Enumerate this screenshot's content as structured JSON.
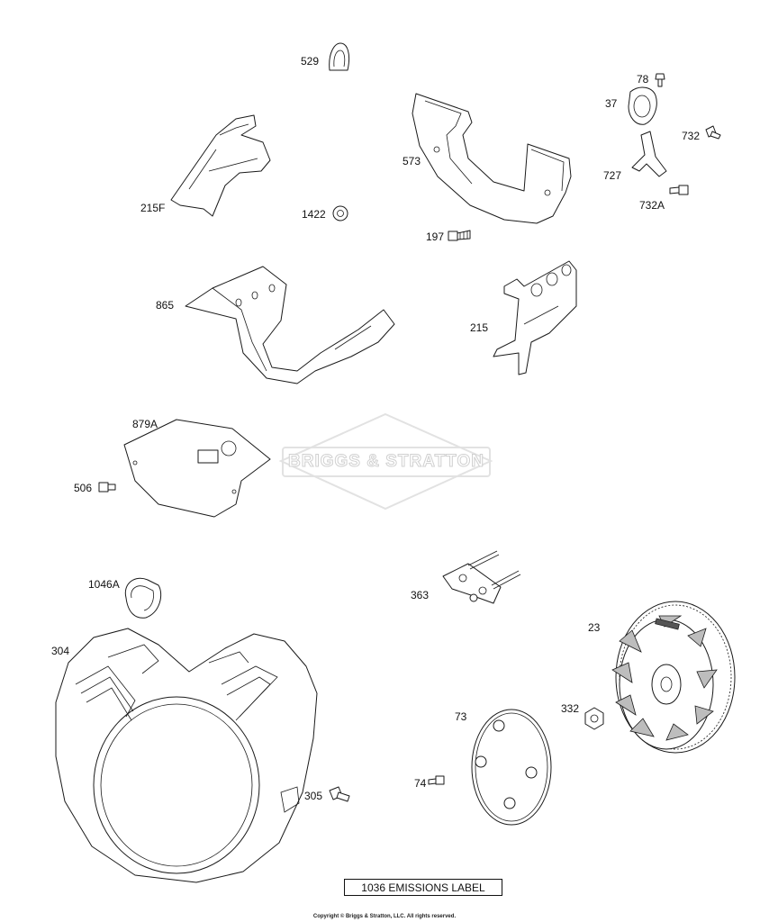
{
  "callouts": {
    "p529": "529",
    "p215F": "215F",
    "p1422": "1422",
    "p573": "573",
    "p197": "197",
    "p78": "78",
    "p37": "37",
    "p732": "732",
    "p727": "727",
    "p732A": "732A",
    "p865": "865",
    "p215": "215",
    "p879A": "879A",
    "p506": "506",
    "p1046A": "1046A",
    "p363": "363",
    "p23": "23",
    "p304": "304",
    "p332": "332",
    "p73": "73",
    "p305": "305",
    "p74": "74"
  },
  "watermark": "BRIGGS & STRATTON",
  "emissions_label": "1036 EMISSIONS LABEL",
  "copyright": "Copyright © Briggs & Stratton, LLC. All rights reserved."
}
